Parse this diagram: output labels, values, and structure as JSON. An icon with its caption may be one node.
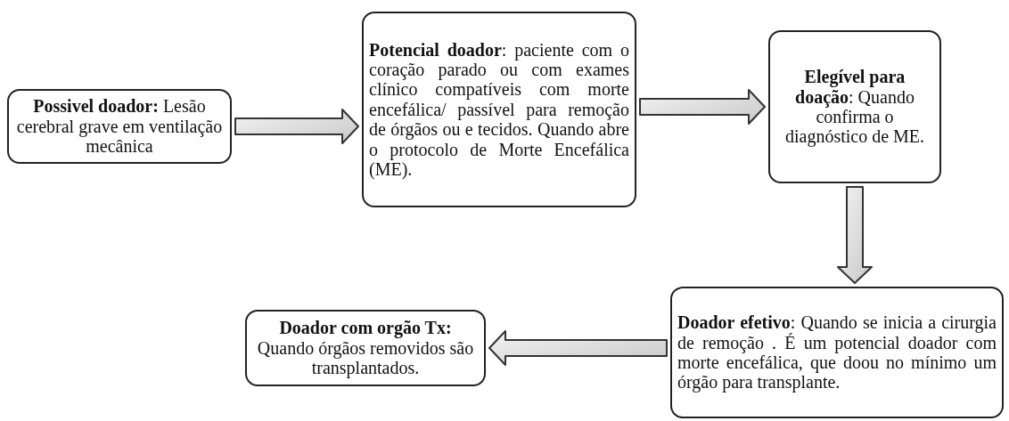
{
  "diagram": {
    "nodes": [
      {
        "text": [
          "**Possivel doador:** Lesão cerebral grave em ventilação mecânica"
        ]
      },
      {
        "text": [
          "**Potencial doador**: paciente com o coração parado ou com exames clínico compatíveis com morte encefálica/  passível para remoção de órgãos ou e tecidos. Quando abre o protocolo de Morte Encefálica (ME)."
        ]
      },
      {
        "text": [
          "**Elegível para doação**: Quando confirma o diagnóstico de ME."
        ]
      },
      {
        "text": [
          "**Doador efetivo**: Quando se inicia a cirurgia de remoção . É um potencial doador com morte encefálica, que doou no mínimo um órgão para transplante."
        ]
      },
      {
        "text": [
          "**Doador com orgão Tx:** Quando órgãos removidos são transplantados."
        ]
      }
    ],
    "edges": [
      {
        "from": 0,
        "to": 1,
        "arrow": "to"
      },
      {
        "from": 1,
        "to": 2,
        "arrow": "to"
      },
      {
        "from": 2,
        "to": 3,
        "arrow": "to"
      },
      {
        "from": 3,
        "to": 4,
        "arrow": "to"
      }
    ]
  }
}
